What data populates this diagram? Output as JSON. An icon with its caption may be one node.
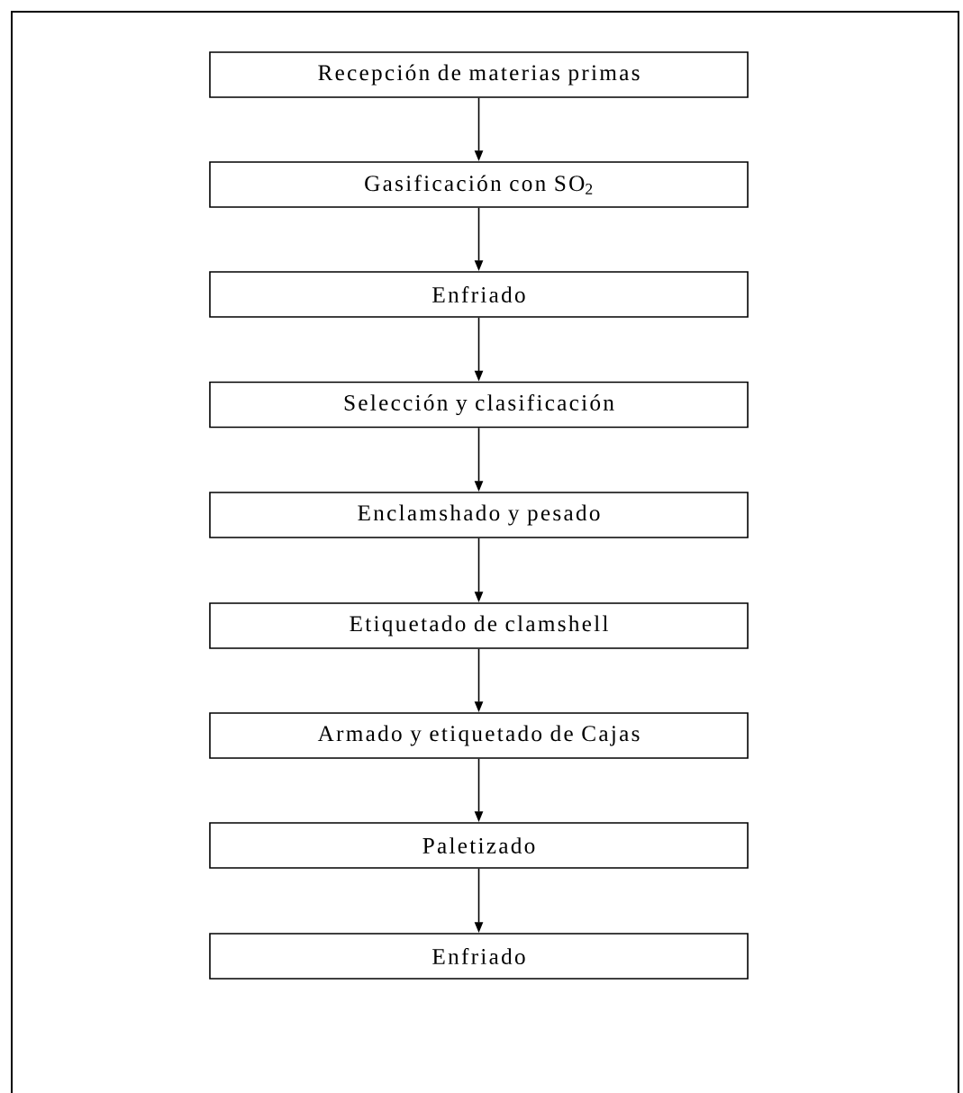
{
  "diagram": {
    "nodes": [
      {
        "text": [
          "Recepción de materias primas"
        ]
      },
      {
        "text": [
          "Gasificación con SO$_{2}$"
        ]
      },
      {
        "text": [
          "Enfriado"
        ]
      },
      {
        "text": [
          "Selección y clasificación"
        ]
      },
      {
        "text": [
          "Enclamshado y pesado"
        ]
      },
      {
        "text": [
          "Etiquetado de clamshell"
        ]
      },
      {
        "text": [
          "Armado y etiquetado de Cajas"
        ]
      },
      {
        "text": [
          "Paletizado"
        ]
      },
      {
        "text": [
          "Enfriado"
        ]
      }
    ],
    "edges": [
      {
        "from": 0,
        "to": 1,
        "arrow": "to"
      },
      {
        "from": 1,
        "to": 2,
        "arrow": "to"
      },
      {
        "from": 2,
        "to": 3,
        "arrow": "to"
      },
      {
        "from": 3,
        "to": 4,
        "arrow": "to"
      },
      {
        "from": 4,
        "to": 5,
        "arrow": "to"
      },
      {
        "from": 5,
        "to": 6,
        "arrow": "to"
      },
      {
        "from": 6,
        "to": 7,
        "arrow": "to"
      },
      {
        "from": 7,
        "to": 8,
        "arrow": "to"
      }
    ]
  }
}
